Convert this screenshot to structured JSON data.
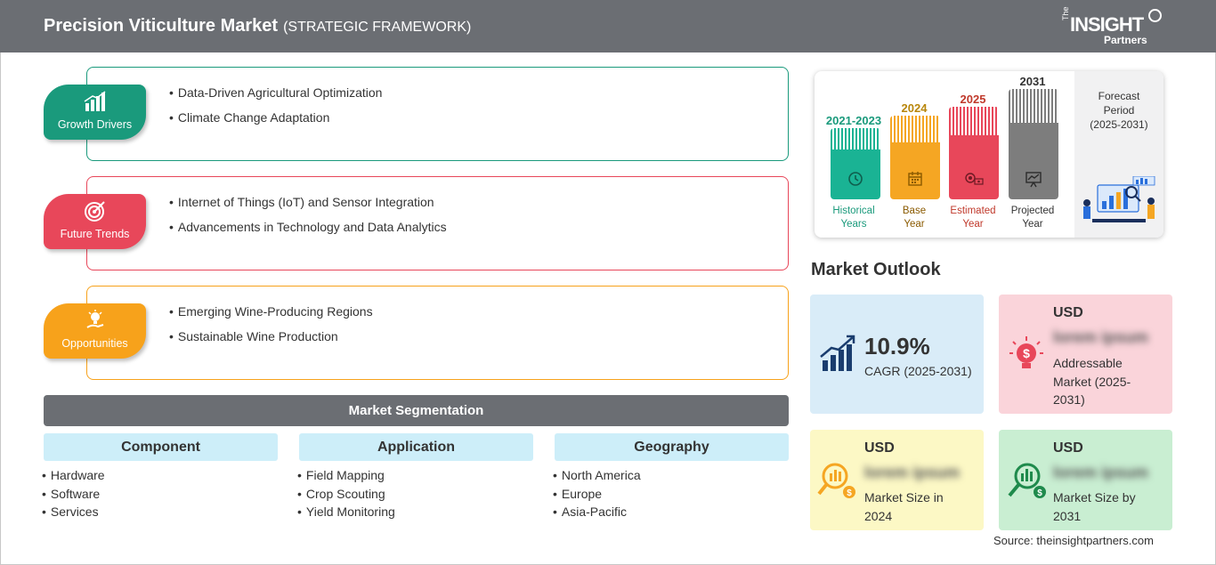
{
  "header": {
    "title": "Precision Viticulture Market",
    "subtitle": "(STRATEGIC FRAMEWORK)",
    "logo": {
      "the": "The",
      "insight": "INSIGHT",
      "partners": "Partners"
    }
  },
  "framework": [
    {
      "label": "Growth Drivers",
      "icon": "growth-chart-icon",
      "color": "#1a9a7c",
      "items": [
        "Data-Driven Agricultural Optimization",
        "Climate Change Adaptation"
      ]
    },
    {
      "label": "Future Trends",
      "icon": "target-icon",
      "color": "#e8475a",
      "items": [
        "Internet of Things (IoT) and Sensor Integration",
        "Advancements in Technology and Data Analytics"
      ]
    },
    {
      "label": "Opportunities",
      "icon": "lightbulb-hand-icon",
      "color": "#f7a21b",
      "items": [
        "Emerging Wine-Producing Regions",
        "Sustainable Wine Production"
      ]
    }
  ],
  "segmentation": {
    "title": "Market Segmentation",
    "columns": [
      {
        "heading": "Component",
        "items": [
          "Hardware",
          "Software",
          "Services"
        ]
      },
      {
        "heading": "Application",
        "items": [
          "Field Mapping",
          "Crop Scouting",
          "Yield Monitoring"
        ]
      },
      {
        "heading": "Geography",
        "items": [
          "North America",
          "Europe",
          "Asia-Pacific"
        ]
      }
    ]
  },
  "timeline": {
    "columns": [
      {
        "year": "2021-2023",
        "caption_1": "Historical",
        "caption_2": "Years",
        "color": "#1ab394",
        "year_color": "#1a9a7c",
        "icon": "history-clock-icon"
      },
      {
        "year": "2024",
        "caption_1": "Base",
        "caption_2": "Year",
        "color": "#f5a623",
        "year_color": "#b8860b",
        "icon": "calendar-icon"
      },
      {
        "year": "2025",
        "caption_1": "Estimated",
        "caption_2": "Year",
        "color": "#e8475a",
        "year_color": "#c0392b",
        "icon": "settings-money-icon"
      },
      {
        "year": "2031",
        "caption_1": "Projected",
        "caption_2": "Year",
        "color": "#7d7d7d",
        "year_color": "#333333",
        "icon": "presentation-chart-icon"
      }
    ],
    "forecast": {
      "line_1": "Forecast",
      "line_2": "Period",
      "line_3": "(2025-2031)"
    }
  },
  "outlook": {
    "title": "Market Outlook",
    "cagr": {
      "value": "10.9%",
      "label": "CAGR (2025-2031)",
      "icon": "bar-growth-icon",
      "bg": "#d9ecf8"
    },
    "addressable": {
      "currency": "USD",
      "value": "lorem ipsum",
      "label_1": "Addressable",
      "label_2": "Market (2025-",
      "label_3": "2031)",
      "icon": "bulb-dollar-icon",
      "bg": "#fad4da"
    },
    "size_2024": {
      "currency": "USD",
      "value": "lorem ipsum",
      "label_1": "Market Size in",
      "label_2": "2024",
      "icon": "magnifier-dollar-icon",
      "bg": "#fcf8c5"
    },
    "size_2031": {
      "currency": "USD",
      "value": "lorem ipsum",
      "label_1": "Market Size by",
      "label_2": "2031",
      "icon": "magnifier-chart-icon",
      "bg": "#c9eed2"
    }
  },
  "source": "Source: theinsightpartners.com"
}
